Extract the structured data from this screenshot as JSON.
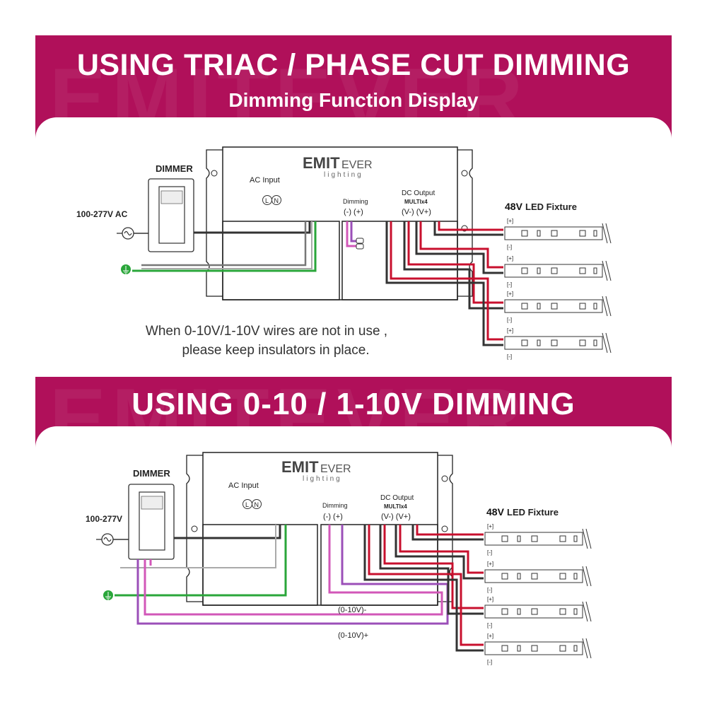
{
  "section1": {
    "title": "USING TRIAC / PHASE CUT DIMMING",
    "subtitle": "Dimming Function Display",
    "dimmer_label": "DIMMER",
    "voltage_label": "100-277V AC",
    "brand_main": "EMIT",
    "brand_ever": "EVER",
    "brand_sub": "lighting",
    "ac_input": "AC Input",
    "l_mark": "L",
    "n_mark": "N",
    "dimming_label": "Dimming",
    "dimming_terminals": "(-) (+)",
    "dc_output": "DC Output",
    "multi": "MULTIx4",
    "dc_terminals": "(V-) (V+)",
    "fixture_volt": "48V",
    "fixture_label": "LED Fixture",
    "plus": "[+]",
    "minus": "[-]",
    "note_line1": "When 0-10V/1-10V wires are not in use ,",
    "note_line2": "please keep insulators in place."
  },
  "section2": {
    "title": "USING 0-10 / 1-10V DIMMING",
    "dimmer_label": "DIMMER",
    "voltage_label": "100-277V",
    "brand_main": "EMIT",
    "brand_ever": "EVER",
    "brand_sub": "lighting",
    "ac_input": "AC Input",
    "l_mark": "L",
    "n_mark": "N",
    "dimming_label": "Dimming",
    "dimming_terminals": "(-) (+)",
    "dc_output": "DC Output",
    "multi": "MULTIx4",
    "dc_terminals": "(V-) (V+)",
    "fixture_volt": "48V",
    "fixture_label": "LED Fixture",
    "plus": "[+]",
    "minus": "[-]",
    "wire_neg": "(0-10V)-",
    "wire_pos": "(0-10V)+"
  },
  "colors": {
    "banner": "#b0105a",
    "wire_red": "#c8102e",
    "wire_black": "#333333",
    "wire_green": "#2aa63a",
    "wire_purple": "#9b4fb8",
    "wire_pink": "#d257b8",
    "ground_icon": "#2aa63a"
  }
}
